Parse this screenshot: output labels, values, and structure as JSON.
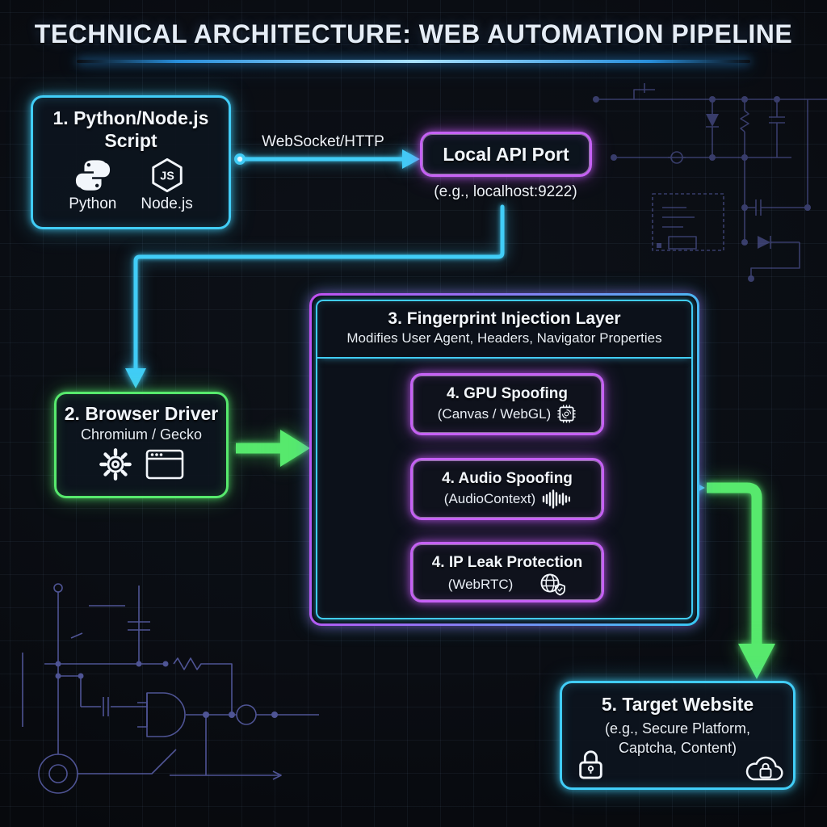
{
  "title": "TECHNICAL ARCHITECTURE: WEB AUTOMATION PIPELINE",
  "colors": {
    "cyan": "#41CDF7",
    "green": "#57E96D",
    "purple": "#C058F2",
    "background": "#0A0D13",
    "text": "#F2F6FB"
  },
  "edge_labels": {
    "script_to_api": "WebSocket/HTTP"
  },
  "nodes": {
    "script": {
      "title": "1. Python/Node.js Script",
      "runtimes": [
        {
          "icon": "python-icon",
          "label": "Python"
        },
        {
          "icon": "nodejs-icon",
          "label": "Node.js",
          "badge": "JS"
        }
      ]
    },
    "api_port": {
      "title": "Local API Port",
      "caption": "(e.g., localhost:9222)"
    },
    "browser_driver": {
      "title": "2. Browser Driver",
      "subtitle": "Chromium / Gecko",
      "icons": [
        "gear-icon",
        "browser-window-icon"
      ]
    },
    "fingerprint_layer": {
      "title": "3. Fingerprint Injection Layer",
      "subtitle": "Modifies User Agent, Headers, Navigator Properties",
      "modules": [
        {
          "title": "4. GPU Spoofing",
          "subtitle": "(Canvas / WebGL)",
          "icon": "chip-icon"
        },
        {
          "title": "4. Audio Spoofing",
          "subtitle": "(AudioContext)",
          "icon": "waveform-icon"
        },
        {
          "title": "4. IP Leak Protection",
          "subtitle": "(WebRTC)",
          "icon": "globe-shield-icon"
        }
      ]
    },
    "target": {
      "title": "5. Target Website",
      "subtitle": "(e.g., Secure Platform, Captcha, Content)",
      "icons": [
        "padlock-icon",
        "cloud-lock-icon"
      ]
    }
  }
}
